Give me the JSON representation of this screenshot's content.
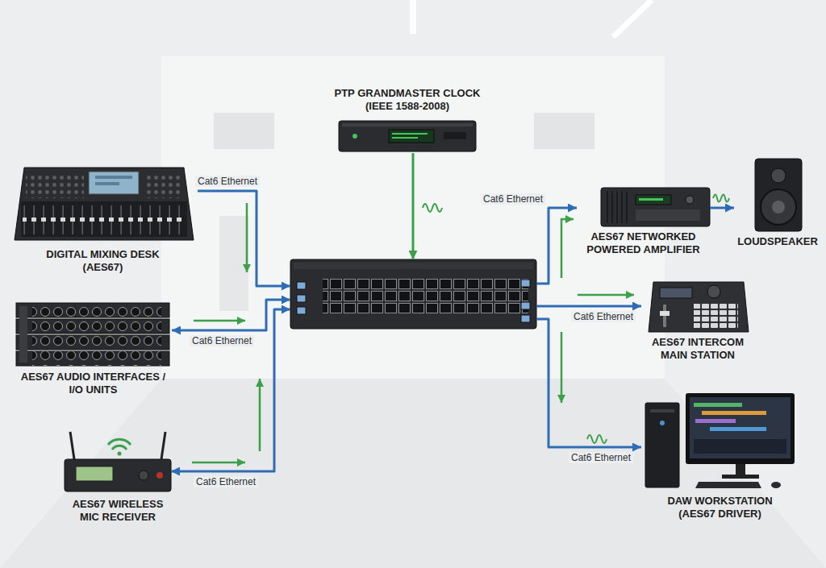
{
  "diagram": {
    "nodes": [
      {
        "text": [
          "PTP GRANDMASTER CLOCK",
          "(IEEE 1588-2008)"
        ]
      },
      {
        "text": [
          "DIGITAL MIXING DESK",
          "(AES67)"
        ]
      },
      {
        "text": [
          "AES67 AUDIO INTERFACES / I/O UNITS"
        ]
      },
      {
        "text": [
          "AES67 WIRELESS MIC RECEIVER"
        ]
      },
      {
        "text": []
      },
      {
        "text": [
          "AES67 NETWORKED POWERED AMPLIFIER"
        ]
      },
      {
        "text": [
          "LOUDSPEAKER"
        ]
      },
      {
        "text": [
          "AES67 INTERCOM MAIN STATION"
        ]
      },
      {
        "text": [
          "DAW WORKSTATION",
          "(AES67 DRIVER)"
        ]
      }
    ],
    "edges": [
      {
        "from": 0,
        "to": 4,
        "arrow": "to"
      },
      {
        "from": 1,
        "to": 4,
        "label": "Cat6 Ethernet",
        "arrow": "to"
      },
      {
        "from": 4,
        "to": 2,
        "label": "Cat6 Ethernet",
        "arrow": "both"
      },
      {
        "from": 4,
        "to": 3,
        "label": "Cat6 Ethernet",
        "arrow": "both"
      },
      {
        "from": 4,
        "to": 5,
        "label": "Cat6 Ethernet",
        "arrow": "to"
      },
      {
        "from": 5,
        "to": 6,
        "arrow": "to"
      },
      {
        "from": 4,
        "to": 7,
        "label": "Cat6 Ethernet",
        "arrow": "to"
      },
      {
        "from": 4,
        "to": 8,
        "label": "Cat6 Ethernet",
        "arrow": "to"
      }
    ]
  }
}
